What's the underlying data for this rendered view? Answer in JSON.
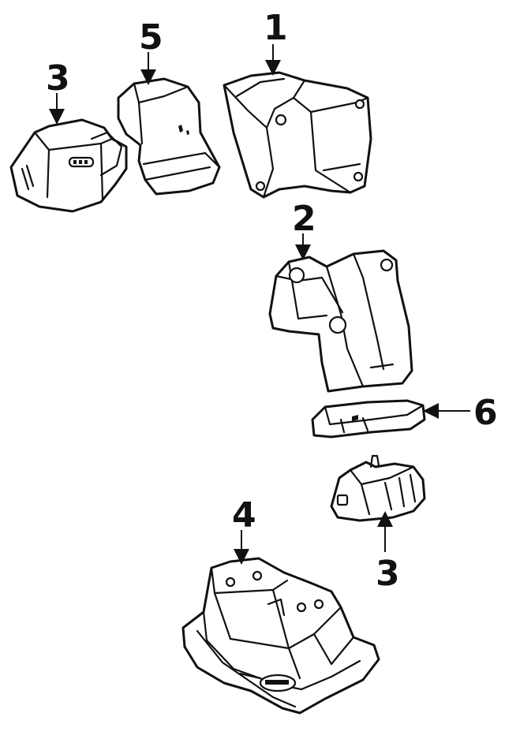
{
  "callouts": {
    "c1": "1",
    "c2": "2",
    "c3a": "3",
    "c3b": "3",
    "c4": "4",
    "c5": "5",
    "c6": "6"
  },
  "colors": {
    "ink": "#111111",
    "background": "#ffffff"
  }
}
